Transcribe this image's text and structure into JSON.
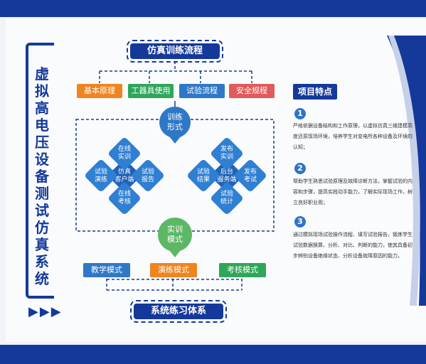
{
  "vertical_title": [
    "虚",
    "拟",
    "高",
    "电",
    "压",
    "设",
    "备",
    "测",
    "试",
    "仿",
    "真",
    "系",
    "统"
  ],
  "top_title": "仿真训练流程",
  "bottom_title": "系统练习体系",
  "process_items": [
    {
      "label": "基本原理",
      "color": "#f0841f"
    },
    {
      "label": "工器具使用",
      "color": "#2fa65a"
    },
    {
      "label": "试验流程",
      "color": "#2e78c7"
    },
    {
      "label": "安全规程",
      "color": "#e35a5a"
    }
  ],
  "training_form": {
    "label": "训练\n形式"
  },
  "client_cluster": {
    "center": "仿真\n客户端",
    "top": "在线\n实训",
    "left": "试验\n演练",
    "right": "试验\n报告",
    "bottom": "在线\n考核"
  },
  "server_cluster": {
    "center": "后台\n服务端",
    "top": "发布\n实训",
    "left": "试验\n结果",
    "right": "发布\n考试",
    "bottom": "试验\n统计"
  },
  "practice_mode": {
    "label": "实训\n模式"
  },
  "modes": [
    {
      "label": "教学模式",
      "color": "#2e78c7"
    },
    {
      "label": "演练模式",
      "color": "#f0841f"
    },
    {
      "label": "考核模式",
      "color": "#2fa65a"
    }
  ],
  "features": {
    "title": "项目特点",
    "items": [
      {
        "num": "1",
        "text": "严格依据设备结构和工作原理，以虚拟仿真三维建模高度还原现场环境，培养学生对变电所各种设备及环境的认知；"
      },
      {
        "num": "2",
        "text": "帮助学生熟悉试验原理及故障诊断方法，掌握试验的内容和步骤，提高实践动手能力，了解实际现场工作，树立良好职业观；"
      },
      {
        "num": "3",
        "text": "通过模拟现场试验操作流程、填写试验报告，锻炼学生试验数据换算、分析、对比、判断的能力，使其具备初步辨别设备绝缘状态、分析设备故障原因的能力。"
      }
    ]
  },
  "colors": {
    "navy": "#14399a",
    "blue": "#2e78c7",
    "green": "#5cb865"
  }
}
